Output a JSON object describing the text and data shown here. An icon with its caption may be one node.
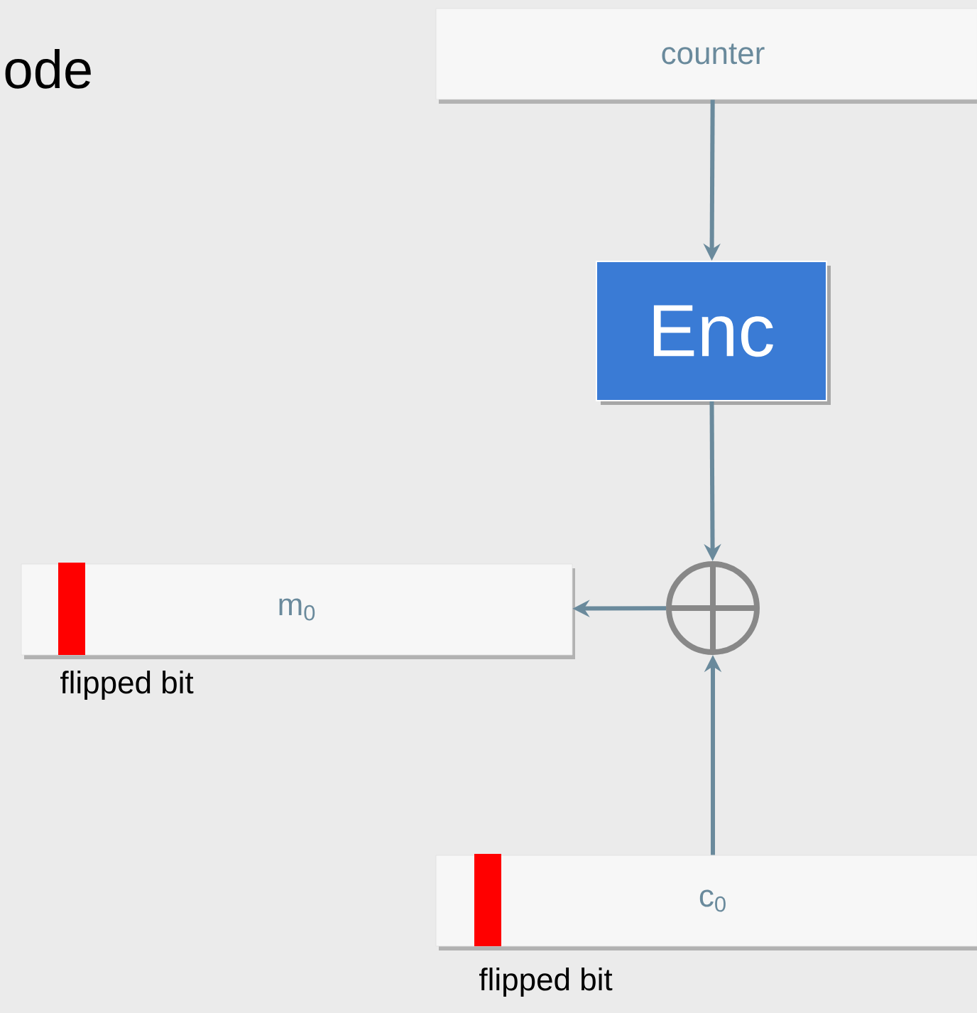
{
  "diagram": {
    "title": "ode",
    "nodes": [
      {
        "text": [
          "counter"
        ]
      },
      {
        "text": [
          "Enc"
        ]
      },
      {
        "text": [],
        "shape": "circle"
      },
      {
        "text": [
          "m$_{0}$"
        ],
        "beside": [
          "flipped bit"
        ]
      },
      {
        "text": [
          "c$_{0}$"
        ],
        "beside": [
          "flipped bit"
        ]
      }
    ],
    "edges": [
      {
        "from": 0,
        "to": 1,
        "arrow": "to"
      },
      {
        "from": 1,
        "to": 2,
        "arrow": "to"
      },
      {
        "from": 4,
        "to": 2,
        "arrow": "to"
      },
      {
        "from": 2,
        "to": 3,
        "arrow": "to"
      }
    ]
  }
}
